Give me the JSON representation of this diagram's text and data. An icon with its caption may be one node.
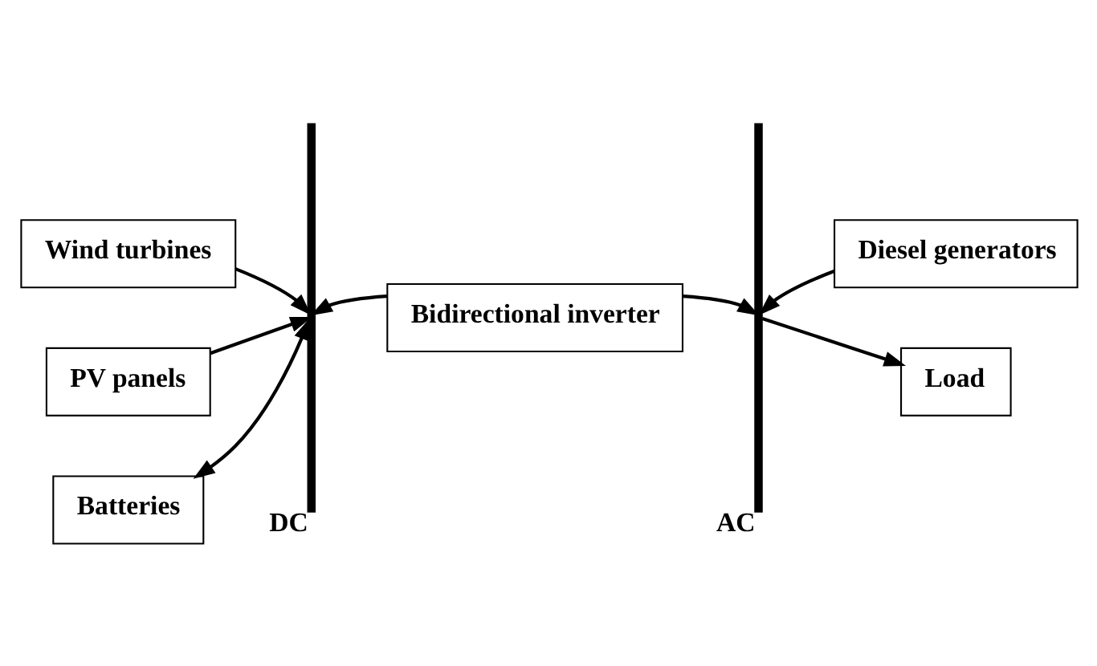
{
  "diagram": {
    "nodes": [
      {
        "text": [
          "Wind turbines"
        ]
      },
      {
        "text": [
          "PV panels"
        ]
      },
      {
        "text": [
          "Batteries"
        ]
      },
      {
        "text": [],
        "shape": "bar",
        "beside": [
          "DC"
        ]
      },
      {
        "text": [
          "Bidirectional inverter"
        ]
      },
      {
        "text": [],
        "shape": "bar",
        "beside": [
          "AC"
        ]
      },
      {
        "text": [
          "Diesel generators"
        ]
      },
      {
        "text": [
          "Load"
        ]
      }
    ],
    "edges": [
      {
        "from": 0,
        "to": 3,
        "arrow": "to"
      },
      {
        "from": 1,
        "to": 3,
        "arrow": "to"
      },
      {
        "from": 2,
        "to": 3,
        "arrow": "both"
      },
      {
        "from": 4,
        "to": 3,
        "arrow": "to"
      },
      {
        "from": 4,
        "to": 5,
        "arrow": "to"
      },
      {
        "from": 6,
        "to": 5,
        "arrow": "to"
      },
      {
        "from": 5,
        "to": 7,
        "arrow": "to"
      }
    ]
  }
}
